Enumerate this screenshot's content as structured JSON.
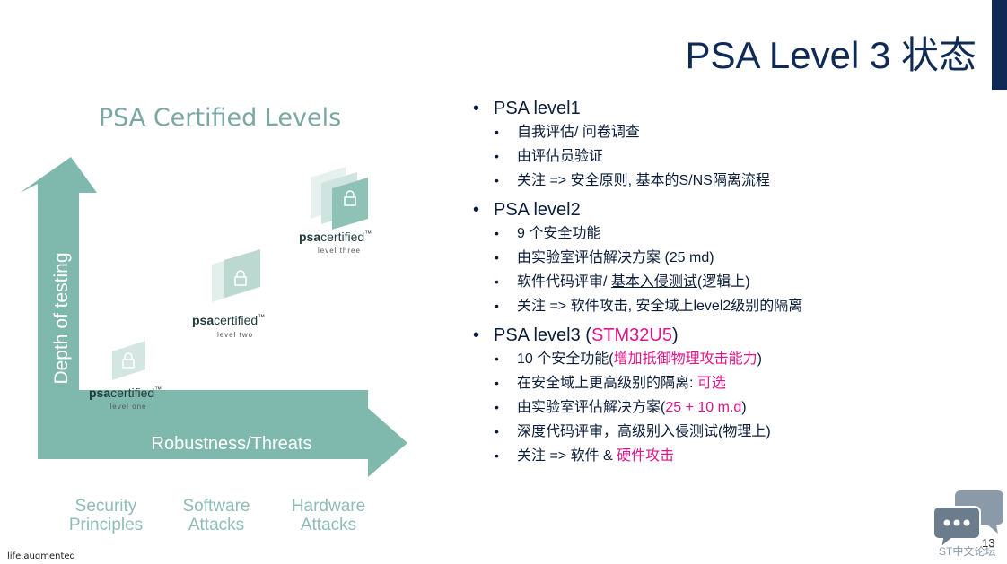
{
  "slide": {
    "title": "PSA Level 3 状态",
    "page_number": "13",
    "footer_brand": "life.augmented"
  },
  "diagram": {
    "title": "PSA Certified Levels",
    "y_axis_label": "Depth of testing",
    "x_axis_label": "Robustness/Threats",
    "columns": [
      {
        "line1": "Security",
        "line2": "Principles"
      },
      {
        "line1": "Software",
        "line2": "Attacks"
      },
      {
        "line1": "Hardware",
        "line2": "Attacks"
      }
    ],
    "badges": [
      {
        "psa": "psa",
        "certified": "certified",
        "tm": "™",
        "level": "level one"
      },
      {
        "psa": "psa",
        "certified": "certified",
        "tm": "™",
        "level": "level two"
      },
      {
        "psa": "psa",
        "certified": "certified",
        "tm": "™",
        "level": "level three"
      }
    ],
    "colors": {
      "teal": "#7fb9ae",
      "teal_light": "#cfe4de"
    }
  },
  "bullets": {
    "level1": {
      "heading": "PSA level1",
      "items": [
        "自我评估/ 问卷调查",
        "由评估员验证",
        "关注 => 安全原则, 基本的S/NS隔离流程"
      ]
    },
    "level2": {
      "heading": "PSA level2",
      "items": [
        "9 个安全功能",
        "由实验室评估解决方案 (25 md)"
      ],
      "item3_prefix": "软件代码评审/ ",
      "item3_underlined": "基本入侵测试",
      "item3_suffix": "(逻辑上)",
      "item4": "关注 => 软件攻击, 安全域上level2级别的隔离"
    },
    "level3": {
      "heading_prefix": "PSA level3 (",
      "heading_highlight": "STM32U5",
      "heading_suffix": ")",
      "item1_prefix": "10 个安全功能(",
      "item1_highlight": "增加抵御物理攻击能力",
      "item1_suffix": ")",
      "item2_prefix": "在安全域上更高级别的隔离: ",
      "item2_highlight": "可选",
      "item3_prefix": "由实验室评估解决方案(",
      "item3_highlight": "25 + 10 m.d",
      "item3_suffix": ")",
      "item4": "深度代码评审，高级别入侵测试(物理上)",
      "item5_prefix": "关注 => 软件 & ",
      "item5_highlight": "硬件攻击"
    }
  },
  "forum": {
    "text": "ST中文论坛",
    "icon": "chat-bubbles-icon"
  },
  "colors": {
    "navy": "#0f2a54",
    "pink": "#e0148a"
  }
}
